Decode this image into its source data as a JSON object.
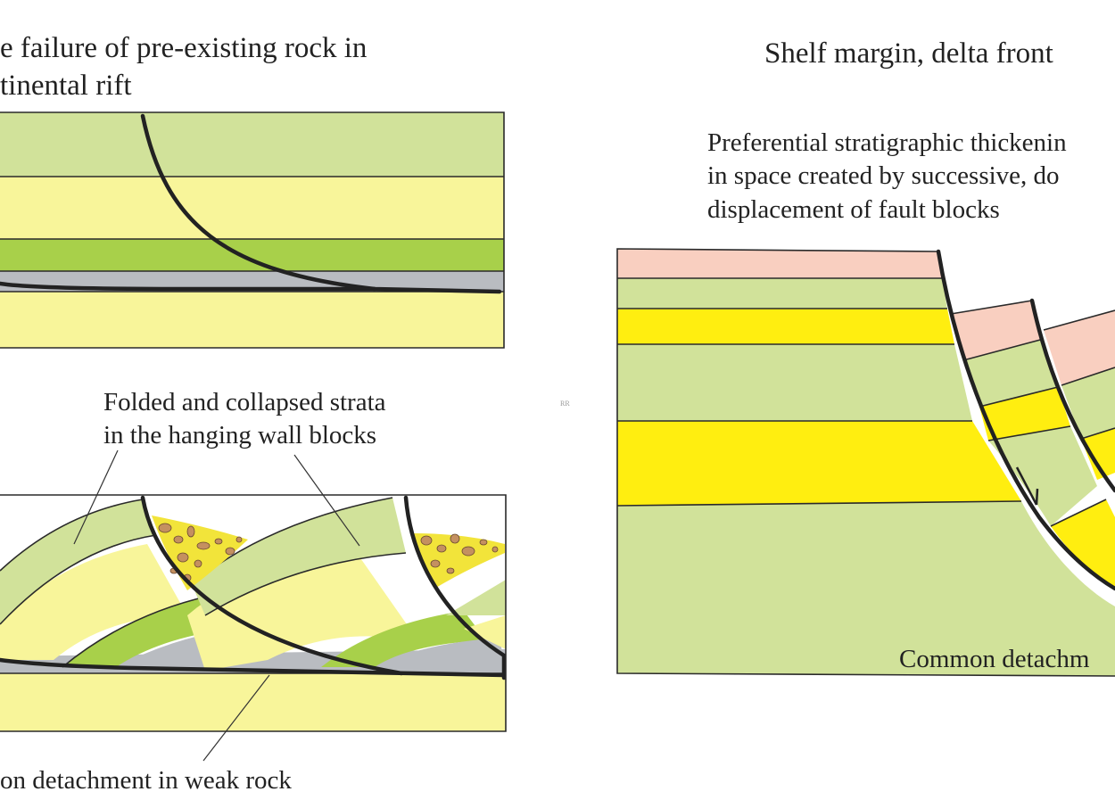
{
  "left": {
    "title_line1": "e failure of pre-existing rock in",
    "title_line2": "tinental rift",
    "folded_label_line1": "Folded and collapsed strata",
    "folded_label_line2": "in the hanging wall blocks",
    "detachment_label": "on detachment in weak rock"
  },
  "right": {
    "title": "Shelf margin, delta front",
    "thick_line1": "Preferential stratigraphic thickenin",
    "thick_line2": "in space created by successive, do",
    "thick_line3": "displacement of fault blocks",
    "detachment_label": "Common detachm"
  },
  "watermark": "RR",
  "colors": {
    "light_green": "#d1e29a",
    "light_yellow": "#f8f59a",
    "bright_green": "#a8d04a",
    "grey": "#b9bcc1",
    "bright_yellow": "#ffee10",
    "pink": "#f9cfc0",
    "rubble_yellow": "#f2e43a",
    "clast_brown": "#c49060"
  }
}
